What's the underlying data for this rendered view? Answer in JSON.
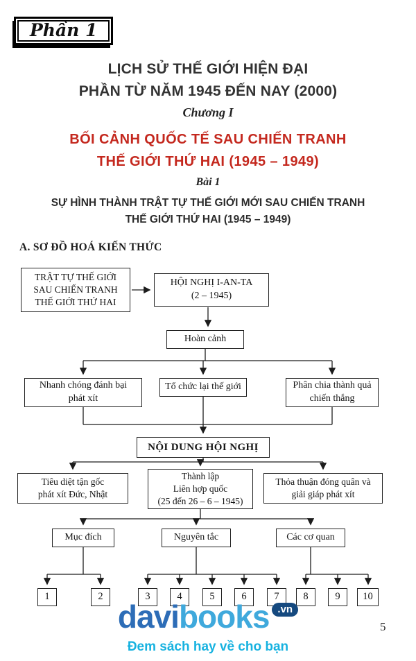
{
  "page": {
    "part_badge": "Phần 1",
    "page_number": "5"
  },
  "header": {
    "title_lines": [
      "LỊCH SỬ THẾ GIỚI HIỆN ĐẠI",
      "PHẦN TỪ NĂM 1945 ĐẾN NAY (2000)"
    ],
    "chapter_label": "Chương I",
    "chapter_title_lines": [
      "BỐI CẢNH QUỐC TẾ SAU CHIẾN TRANH",
      "THẾ GIỚI THỨ HAI (1945 – 1949)"
    ],
    "lesson_label": "Bài 1",
    "lesson_title_lines": [
      "SỰ HÌNH THÀNH TRẬT TỰ THẾ GIỚI MỚI SAU CHIẾN TRANH",
      "THẾ GIỚI THỨ HAI (1945 – 1949)"
    ],
    "section_heading": "A. SƠ ĐỒ HOÁ KIẾN THỨC"
  },
  "flowchart": {
    "world_order": [
      "TRẬT TỰ THẾ GIỚI",
      "SAU CHIẾN TRANH",
      "THẾ GIỚI THỨ HAI"
    ],
    "yalta": [
      "HỘI NGHỊ I-AN-TA",
      "(2 – 1945)"
    ],
    "context": "Hoàn cảnh",
    "defeat_fascists": [
      "Nhanh chóng đánh bại",
      "phát xít"
    ],
    "reorganize_world": "Tổ chức lại thế giới",
    "divide_spoils": [
      "Phân chia thành quả",
      "chiến thắng"
    ],
    "conference_content": "NỘI DUNG HỘI NGHỊ",
    "destroy_fascism": [
      "Tiêu diệt tận gốc",
      "phát xít Đức, Nhật"
    ],
    "found_un": [
      "Thành lập",
      "Liên hợp quốc",
      "(25 đến 26 – 6 – 1945)"
    ],
    "occupation_agreement": [
      "Thỏa thuận đóng quân và",
      "giải giáp phát xít"
    ],
    "un_purpose": "Mục đích",
    "un_principles": "Nguyên tắc",
    "un_organs": "Các cơ quan",
    "numbers": [
      "1",
      "2",
      "3",
      "4",
      "5",
      "6",
      "7",
      "8",
      "9",
      "10"
    ]
  },
  "footer": {
    "logo_text_1": "davi",
    "logo_text_2": "books",
    "logo_domain": ".vn",
    "tagline": "Đem sách hay về cho bạn"
  },
  "colors": {
    "accent_red": "#c4281e",
    "title_ink": "#333333",
    "logo_blue": "#2d6db7",
    "logo_light_blue": "#3fa9dc",
    "logo_badge_blue": "#15497f",
    "tagline_cyan": "#17b2e0"
  }
}
